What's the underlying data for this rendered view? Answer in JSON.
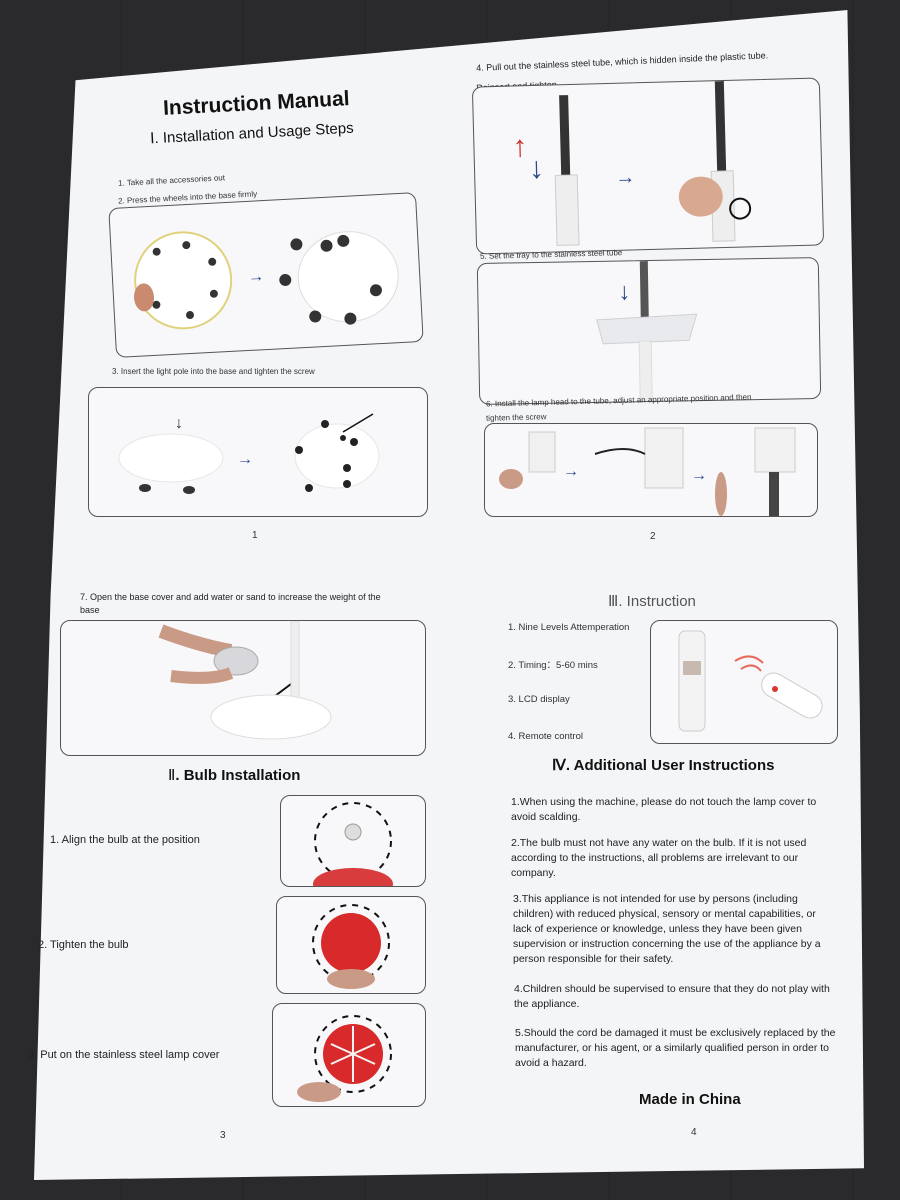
{
  "manual": {
    "title": "Instruction Manual",
    "section1": {
      "num": "Ⅰ",
      "title": ". Installation and Usage Steps"
    },
    "steps": {
      "s1": "1. Take all the accessories out",
      "s2": "2. Press the wheels into the base firmly",
      "s3": "3. Insert the light pole into the base and tighten the screw",
      "s4_line1": "4. Pull out the stainless steel tube, which is hidden inside the plastic tube.",
      "s4_line2": "Reinsert and tighten.",
      "s5": "5. Set the tray to the stainless steel tube",
      "s6_line1": "6. Install the lamp head to the tube, adjust an appropriate position and then",
      "s6_line2": "tighten the screw",
      "s7_line1": "7. Open the base cover and add water or sand to increase the weight of the",
      "s7_line2": "base"
    },
    "page_numbers": {
      "p1": "1",
      "p2": "2",
      "p3": "3",
      "p4": "4"
    },
    "section2": {
      "num": "Ⅱ",
      "title": ". Bulb Installation",
      "items": [
        "1. Align the bulb at the position",
        "2. Tighten the bulb",
        "3. Put on the stainless steel lamp cover"
      ]
    },
    "section3": {
      "num": "Ⅲ",
      "title": ". Instruction",
      "items": [
        "1. Nine Levels Attemperation",
        "2. Timing：5-60 mins",
        "3. LCD display",
        "4. Remote control"
      ]
    },
    "section4": {
      "title": "Ⅳ. Additional User Instructions",
      "paragraphs": [
        [
          "1.When using the machine, please do not touch the lamp cover to",
          "avoid scalding."
        ],
        [
          "2.The bulb must not have any water on the bulb. If it is not used",
          "according to the instructions, all problems are irrelevant to our",
          "company."
        ],
        [
          "3.This appliance is not intended for use by persons (including",
          "children) with reduced physical, sensory or mental capabilities, or",
          "lack of experience or knowledge, unless they have been given",
          "supervision or instruction concerning the use of the appliance by a",
          "person responsible for their safety."
        ],
        [
          "4.Children should be supervised to ensure that they do not play with",
          "the appliance."
        ],
        [
          "5.Should the cord be damaged it must be exclusively replaced by the",
          "manufacturer, or his agent, or a similarly qualified person in order to",
          "avoid a hazard."
        ]
      ]
    },
    "made_in": "Made in China"
  }
}
